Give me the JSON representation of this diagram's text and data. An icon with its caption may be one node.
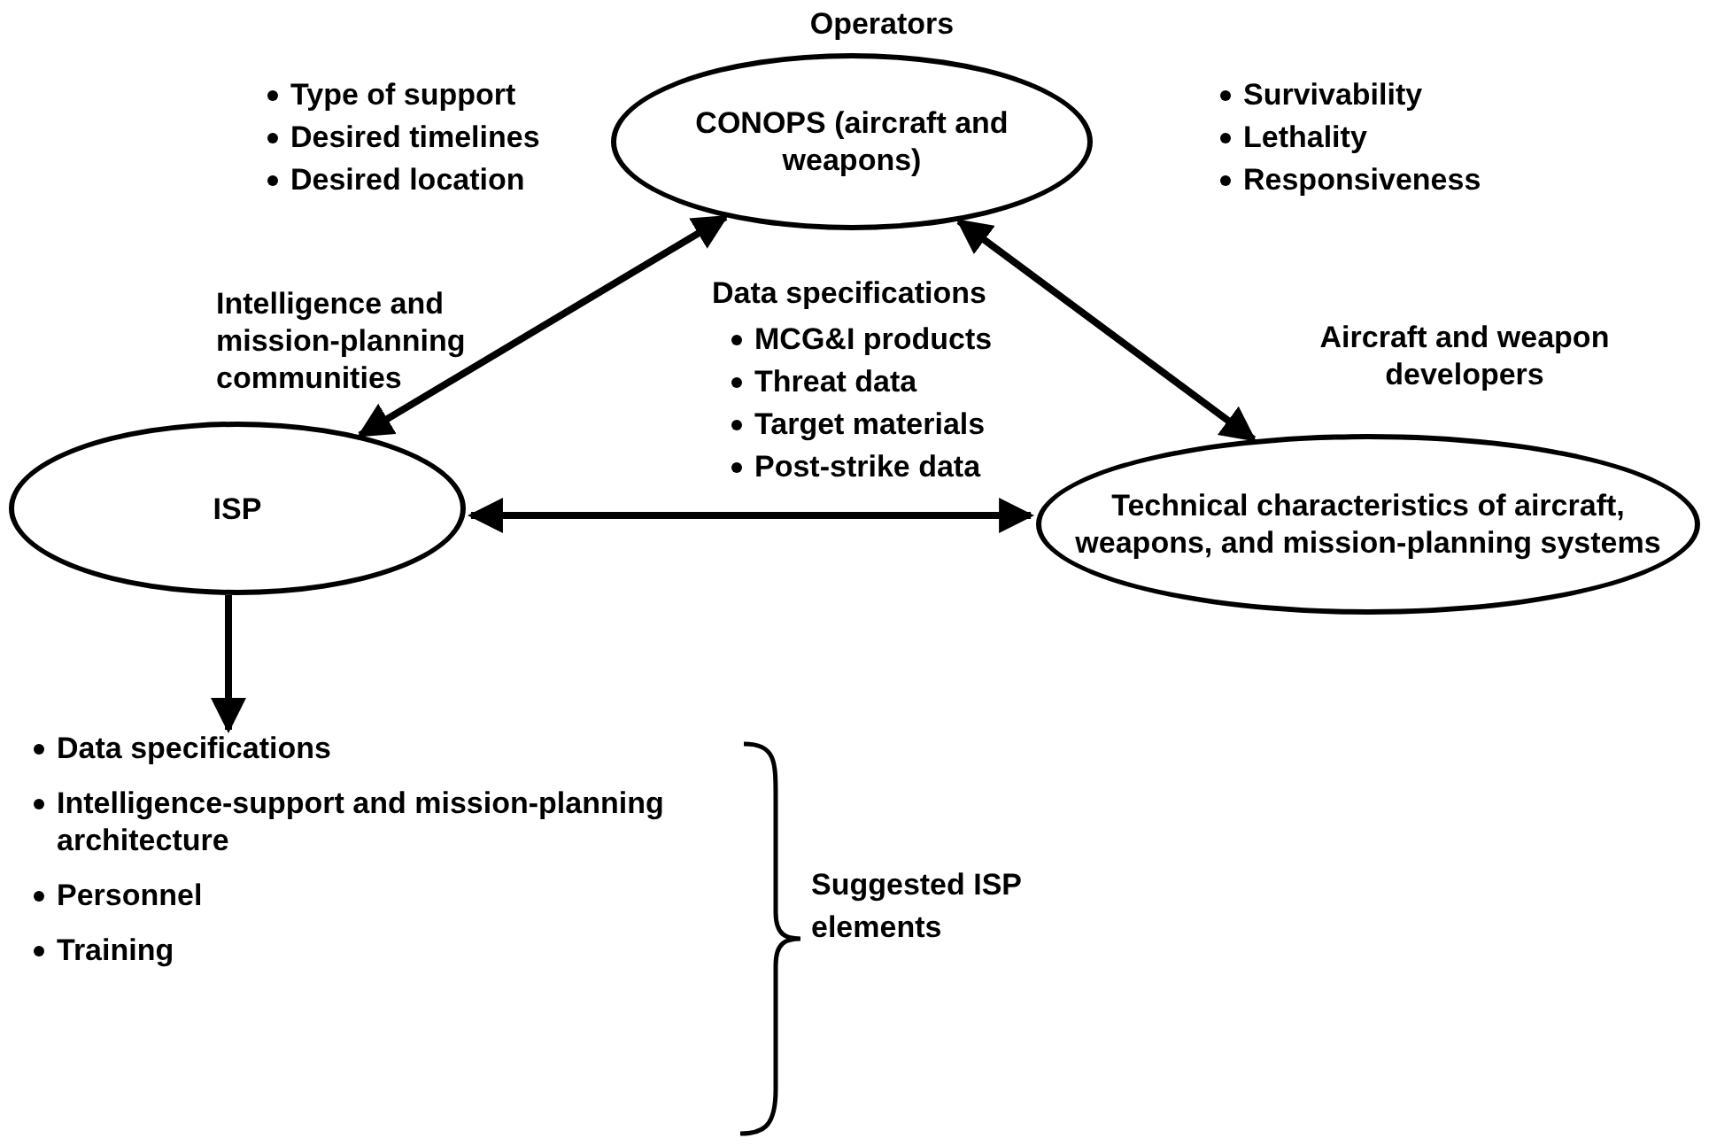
{
  "diagram": {
    "nodes": [
      {
        "text": [
          "Operators",
          "CONOPS (aircraft and weapons)"
        ]
      },
      {
        "text": [
          "Intelligence and mission-planning communities",
          "ISP"
        ]
      },
      {
        "text": [
          "Aircraft and weapon developers",
          "Technical characteristics of aircraft, weapons, and mission-planning systems"
        ]
      },
      {
        "text": [
          "Data specifications",
          "Intelligence-support and mission-planning architecture",
          "Personnel",
          "Training"
        ]
      }
    ],
    "edges": [
      {
        "from": 0,
        "to": 1,
        "arrow": "both"
      },
      {
        "from": 0,
        "to": 2,
        "arrow": "both"
      },
      {
        "from": 1,
        "to": 2,
        "arrow": "both"
      },
      {
        "from": 1,
        "to": 3,
        "arrow": "to"
      }
    ],
    "labels": [
      "Type of support",
      "Desired timelines",
      "Desired location",
      "Survivability",
      "Lethality",
      "Responsiveness",
      "Data specifications",
      "MCG&I products",
      "Threat data",
      "Target materials",
      "Post-strike data",
      "Suggested ISP elements"
    ]
  }
}
